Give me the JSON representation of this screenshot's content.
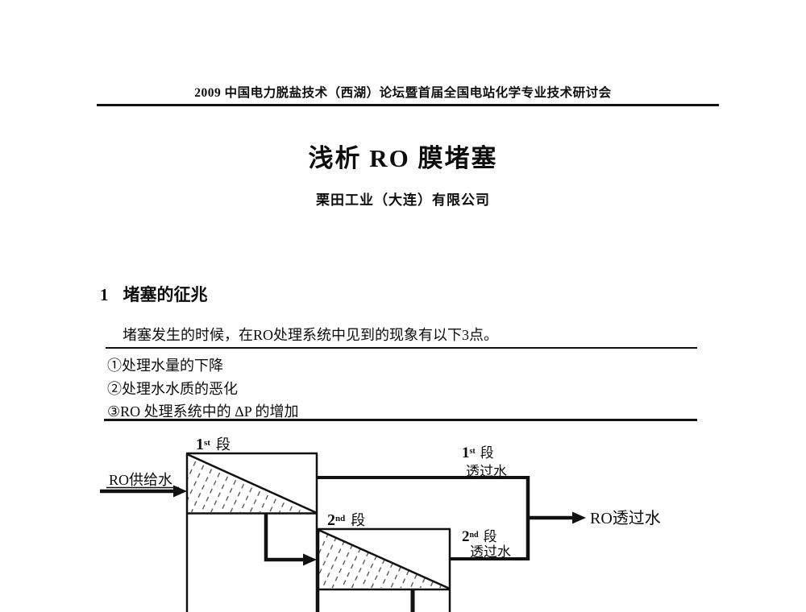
{
  "document": {
    "header": "2009 中国电力脱盐技术（西湖）论坛暨首届全国电站化学专业技术研讨会",
    "title": "浅析 RO 膜堵塞",
    "author": "栗田工业（大连）有限公司",
    "section1": {
      "number": "1",
      "heading": "堵塞的征兆"
    },
    "intro": "堵塞发生的时候，在RO处理系统中见到的现象有以下3点。",
    "symptoms": [
      "①处理水量的下降",
      "②处理水水质的恶化",
      "③RO 处理系统中的 ΔP 的增加"
    ]
  },
  "diagram": {
    "feed_label": "RO供给水",
    "stage1_label": {
      "num": "1",
      "ord": "st",
      "suffix": "段"
    },
    "stage2_label": {
      "num": "2",
      "ord": "nd",
      "suffix": "段"
    },
    "stage1_permeate": {
      "num": "1",
      "ord": "st",
      "suffix": "段",
      "line2": "透过水"
    },
    "stage2_permeate": {
      "num": "2",
      "ord": "nd",
      "suffix": "段",
      "line2": "透过水"
    },
    "product_label": "RO透过水"
  },
  "colors": {
    "ink": "#0d0d0d",
    "paper": "#ffffff"
  }
}
